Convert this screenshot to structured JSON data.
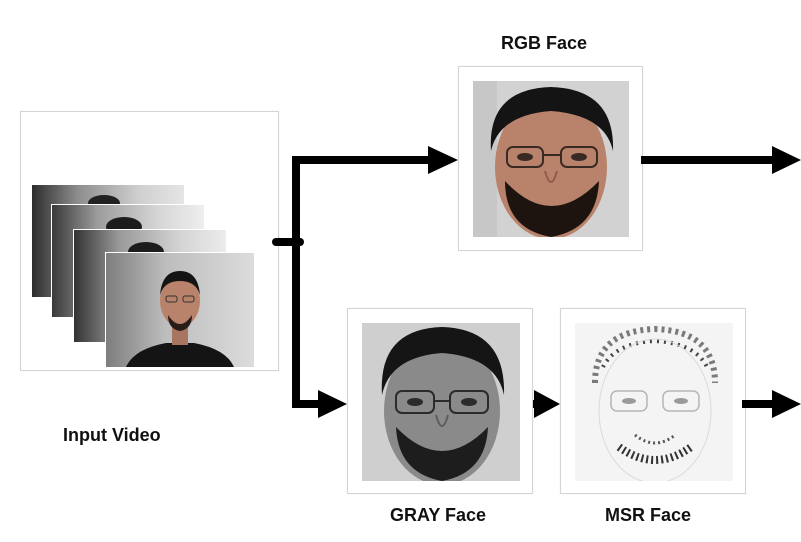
{
  "labels": {
    "input_video": "Input Video",
    "rgb_face": "RGB Face",
    "gray_face": "GRAY Face",
    "msr_face": "MSR Face"
  },
  "colors": {
    "arrow": "#000000",
    "border": "#d4d4d4",
    "skin": "#b9826a",
    "hair": "#141414"
  }
}
